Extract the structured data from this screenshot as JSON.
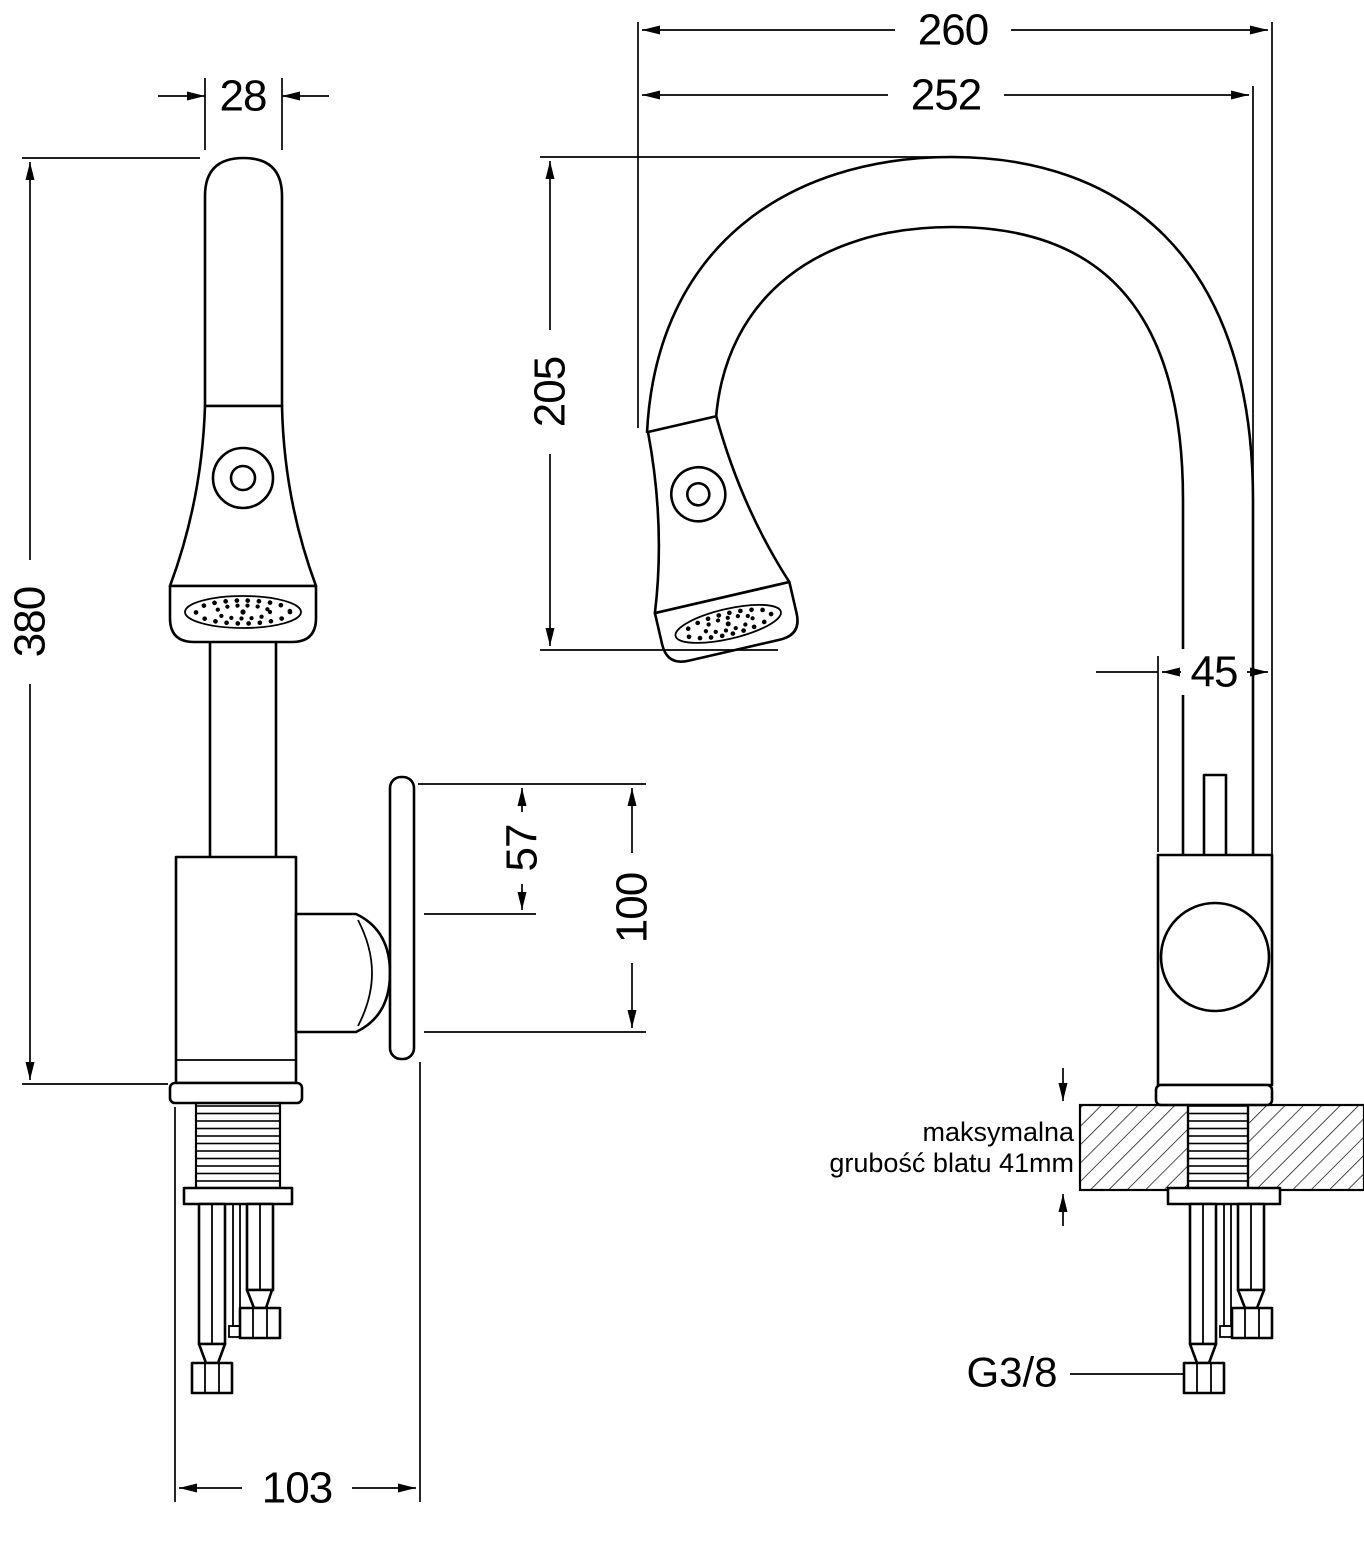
{
  "dimensions": {
    "spout_width": "28",
    "total_height": "380",
    "handle_lever_offset": "57",
    "handle_height": "100",
    "base_depth": "103",
    "overall_width": "260",
    "spout_reach": "252",
    "spout_height": "205",
    "body_width": "45"
  },
  "labels": {
    "countertop_note_line1": "maksymalna",
    "countertop_note_line2": "grubość blatu 41mm",
    "connection_thread": "G3/8"
  },
  "colors": {
    "line": "#000000",
    "background": "#ffffff"
  }
}
